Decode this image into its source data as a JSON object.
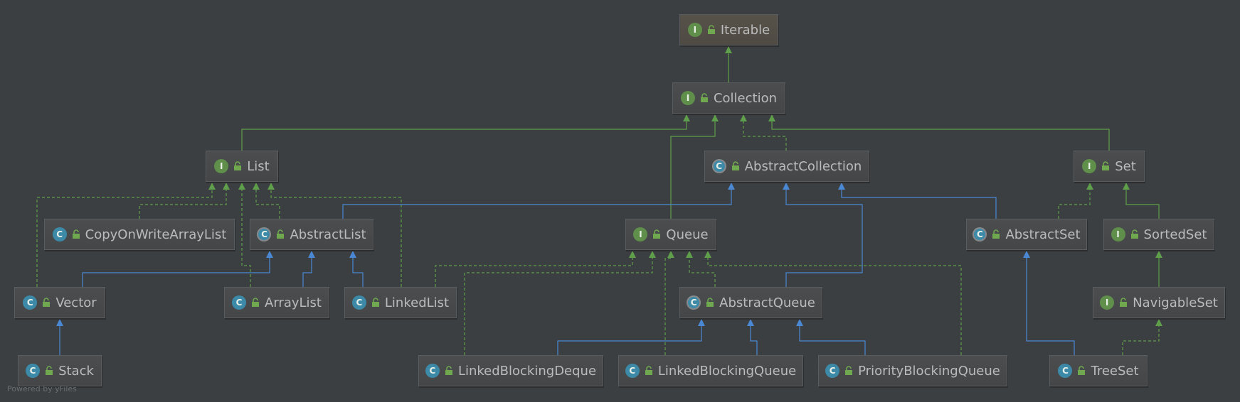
{
  "nodes": {
    "iterable": {
      "label": "Iterable",
      "kind": "I"
    },
    "collection": {
      "label": "Collection",
      "kind": "I"
    },
    "list": {
      "label": "List",
      "kind": "I"
    },
    "abstract_collection": {
      "label": "AbstractCollection",
      "kind": "C"
    },
    "set": {
      "label": "Set",
      "kind": "I"
    },
    "copy_on_write_array_list": {
      "label": "CopyOnWriteArrayList",
      "kind": "C"
    },
    "abstract_list": {
      "label": "AbstractList",
      "kind": "C"
    },
    "queue": {
      "label": "Queue",
      "kind": "I"
    },
    "abstract_set": {
      "label": "AbstractSet",
      "kind": "C"
    },
    "sorted_set": {
      "label": "SortedSet",
      "kind": "I"
    },
    "vector": {
      "label": "Vector",
      "kind": "C"
    },
    "array_list": {
      "label": "ArrayList",
      "kind": "C"
    },
    "linked_list": {
      "label": "LinkedList",
      "kind": "C"
    },
    "abstract_queue": {
      "label": "AbstractQueue",
      "kind": "C"
    },
    "navigable_set": {
      "label": "NavigableSet",
      "kind": "I"
    },
    "stack": {
      "label": "Stack",
      "kind": "C"
    },
    "linked_blocking_deque": {
      "label": "LinkedBlockingDeque",
      "kind": "C"
    },
    "linked_blocking_queue": {
      "label": "LinkedBlockingQueue",
      "kind": "C"
    },
    "priority_blocking_queue": {
      "label": "PriorityBlockingQueue",
      "kind": "C"
    },
    "tree_set": {
      "label": "TreeSet",
      "kind": "C"
    }
  },
  "colors": {
    "interface_extends": "#5f9e4a",
    "implements": "#5f9e4a",
    "class_extends": "#4a88d4"
  },
  "watermark": "Powered by yFiles"
}
